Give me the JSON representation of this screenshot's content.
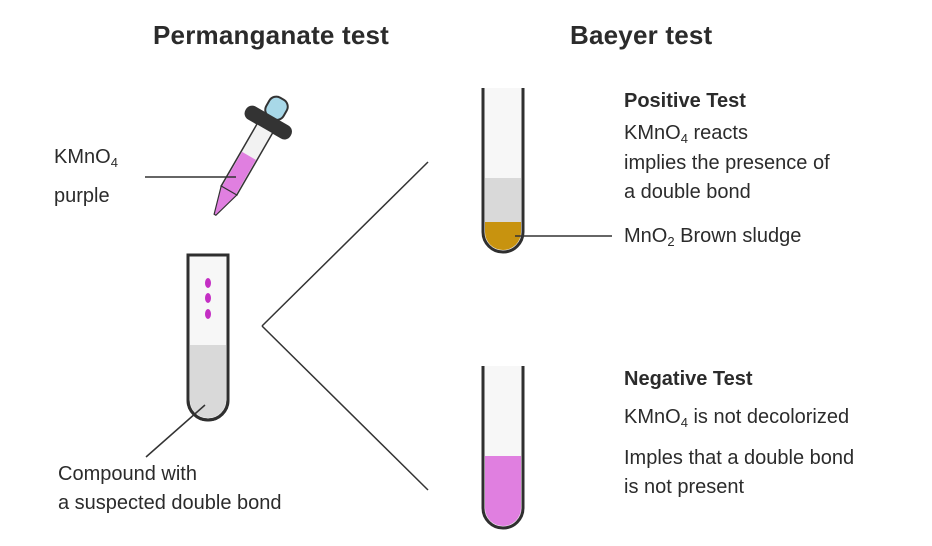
{
  "headings": {
    "left": "Permanganate test",
    "right": "Baeyer test"
  },
  "reagent": {
    "formula_main": "KMnO",
    "formula_sub": "4",
    "color_word": "purple"
  },
  "compound_label": {
    "line1": "Compound with",
    "line2": "a suspected double bond"
  },
  "positive": {
    "title": "Positive Test",
    "line1_formula_main": "KMnO",
    "line1_formula_sub": "4",
    "line1_rest": " reacts",
    "line2": "implies the presence of",
    "line3": "a double bond",
    "product_main": "MnO",
    "product_sub": "2",
    "product_rest": " Brown sludge"
  },
  "negative": {
    "title": "Negative Test",
    "line1_formula_main": "KMnO",
    "line1_formula_sub": "4",
    "line1_rest": " is not decolorized",
    "line2": "Imples that a double bond",
    "line3": "is not present"
  },
  "colors": {
    "purple": "#e07fe0",
    "purple_drop": "#c42fc4",
    "brown": "#c8930f",
    "glass_outline": "#2f2f2f",
    "liquid_gray": "#d9d9d9",
    "dropper_bulb": "#333333",
    "dropper_tip": "#a8d8e8"
  }
}
